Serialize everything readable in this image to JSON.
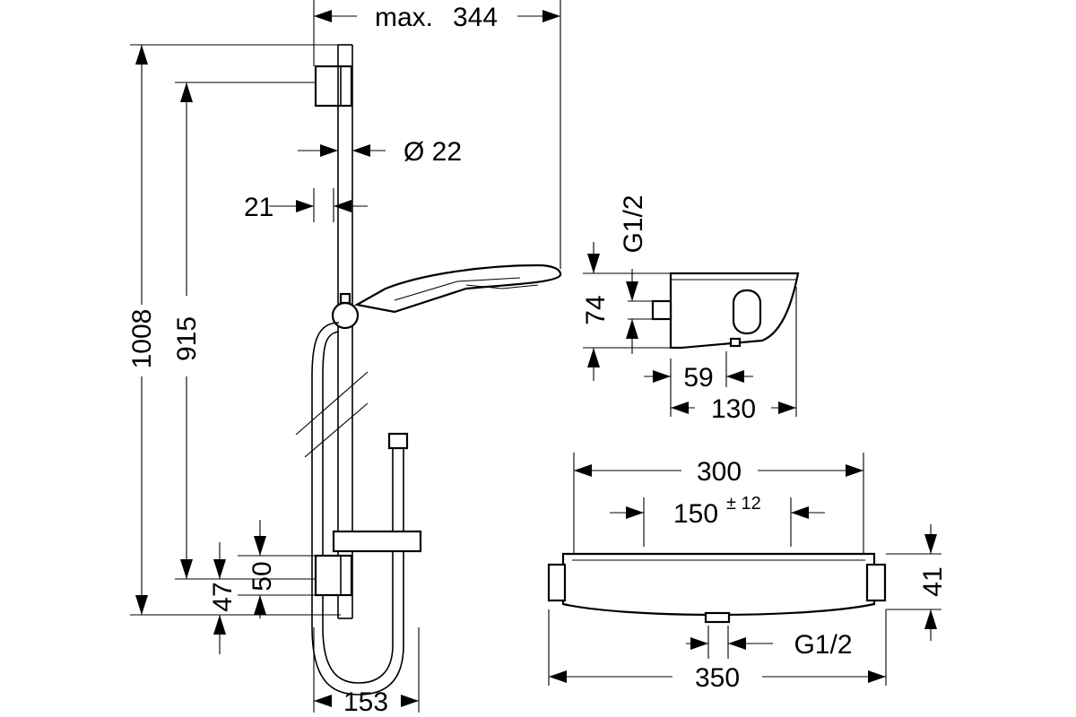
{
  "dimensions": {
    "max_reach_prefix": "max.",
    "max_reach": "344",
    "bar_diameter": "Ø  22",
    "wall_gap": "21",
    "overall_height": "1008",
    "holder_span": "915",
    "bottom_offset_1": "50",
    "bottom_offset_2": "47",
    "hose_width": "153",
    "thread_side": "G1/2",
    "thermostat_depth_front": "74",
    "outlet_offset": "59",
    "thermostat_depth": "130",
    "shelf_width": "300",
    "connection_spacing": "150",
    "connection_tolerance": "± 12",
    "thermostat_height": "41",
    "thread_bottom": "G1/2",
    "overall_width": "350"
  }
}
